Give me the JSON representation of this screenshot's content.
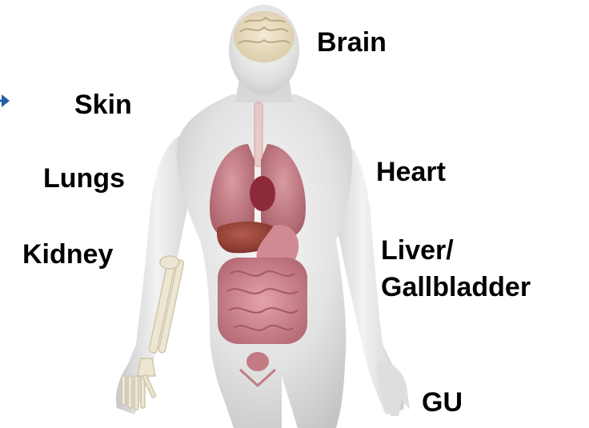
{
  "labels": {
    "brain": "Brain",
    "skin": "Skin",
    "lungs": "Lungs",
    "heart": "Heart",
    "kidney": "Kidney",
    "liver_line1": "Liver/",
    "liver_line2": "Gallbladder",
    "gu": "GU"
  },
  "colors": {
    "background": "#ffffff",
    "label_text": "#000000",
    "body_shade": "#dcdcdc",
    "organ_red": "#b86a72",
    "pointer_arrow": "#1f5fa8",
    "skeleton": "#ece6d2"
  },
  "icons": {
    "figure": "human-anatomy-figure",
    "pointer": "arrow-right-icon"
  }
}
